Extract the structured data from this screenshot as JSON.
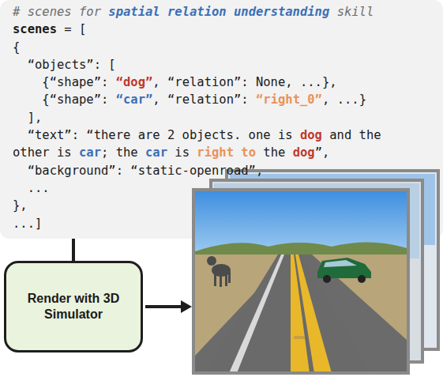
{
  "diagram": {
    "nodes": [
      {
        "text": [
          "# scenes for ",
          "spatial relation understanding",
          " skill",
          "scenes",
          " = [",
          "{",
          "“objects”: [",
          "{“shape”: ",
          "“dog”",
          ", “relation”: None, ...},",
          "{“shape”: ",
          "“car”",
          ", “relation”: ",
          "“right_0”",
          ", ...}",
          "],",
          "“text”: “there are 2 objects. one is ",
          "dog",
          " and the",
          "other is ",
          "car",
          "; the ",
          "car",
          " is ",
          "right to",
          " the ",
          "dog",
          "”,",
          "“background”: “static-openroad”,",
          "...",
          "},",
          "...]"
        ]
      },
      {
        "text": [
          "Render with 3D Simulator"
        ]
      }
    ],
    "edges": [
      {
        "from": 0,
        "to": 1,
        "arrow": "none"
      }
    ]
  }
}
